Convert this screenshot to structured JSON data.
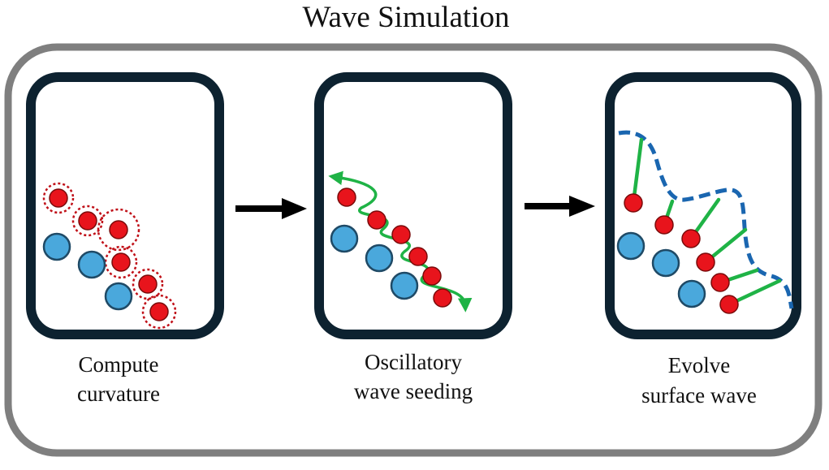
{
  "title": "Wave Simulation",
  "colors": {
    "outer_frame": "#7f7f7f",
    "panel_border": "#0d2230",
    "red_particle": "#e8141c",
    "blue_particle": "#4aa8dc",
    "wave_green": "#1fb346",
    "surface_wave_blue": "#1a66b0",
    "arrow": "#000000"
  },
  "panels": [
    {
      "id": "curvature",
      "caption_line1": "Compute",
      "caption_line2": "curvature"
    },
    {
      "id": "seeding",
      "caption_line1": "Oscillatory",
      "caption_line2": "wave seeding"
    },
    {
      "id": "evolve",
      "caption_line1": "Evolve",
      "caption_line2": "surface wave"
    }
  ]
}
